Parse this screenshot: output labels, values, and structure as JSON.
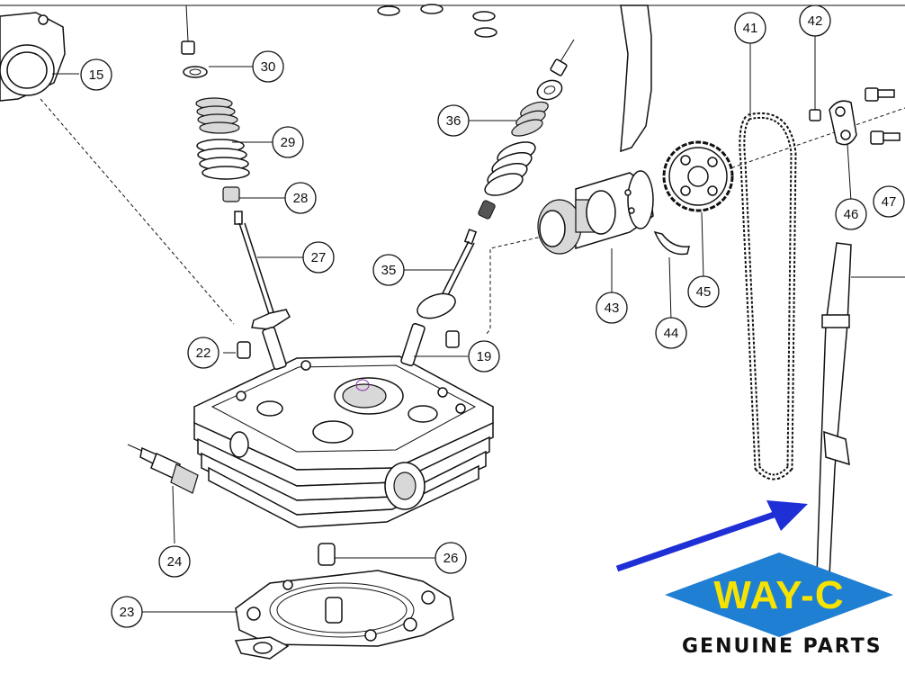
{
  "callouts": [
    "15",
    "30",
    "29",
    "28",
    "27",
    "22",
    "36",
    "35",
    "19",
    "24",
    "26",
    "23",
    "43",
    "44",
    "45",
    "41",
    "42",
    "46",
    "47"
  ],
  "logo": {
    "brand": "WAY-C",
    "tagline": "GENUINE PARTS"
  },
  "colors": {
    "logo_blue": "#1f7fd3",
    "logo_yellow": "#f7e300",
    "arrow_blue": "#1f2fd6"
  }
}
